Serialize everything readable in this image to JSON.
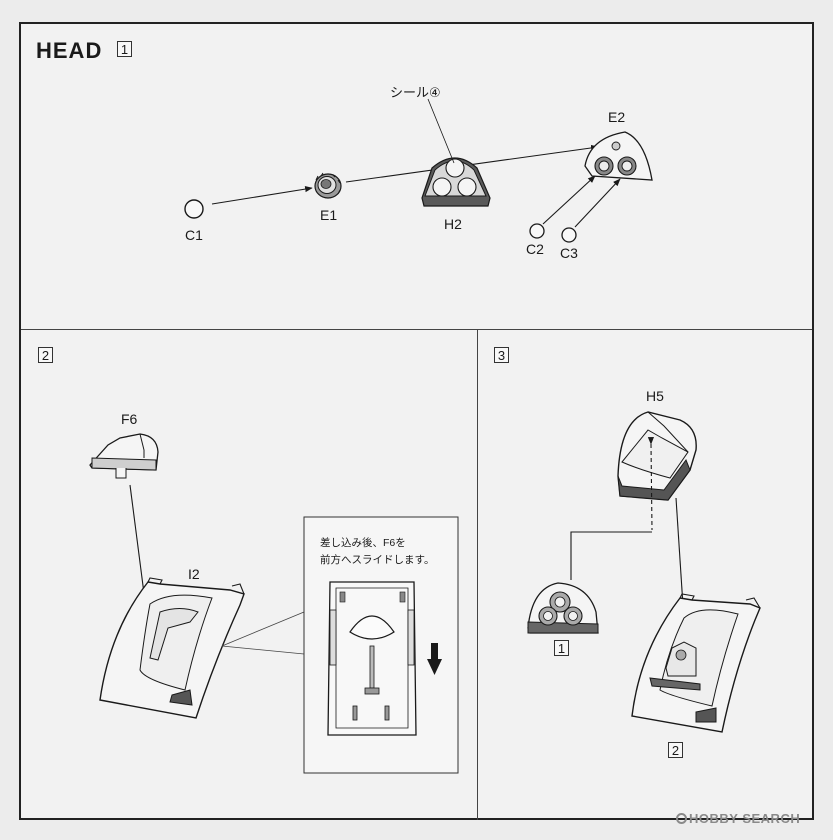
{
  "header": {
    "title": "HEAD",
    "step_number": "1"
  },
  "step2": {
    "step_number": "2"
  },
  "step3": {
    "step_number": "3"
  },
  "parts": {
    "c1": "C1",
    "e1": "E1",
    "h2": "H2",
    "e2": "E2",
    "c2": "C2",
    "c3": "C3",
    "f6": "F6",
    "i2": "I2",
    "h5": "H5",
    "seal": "シール④"
  },
  "detail_note": {
    "line1": "差し込み後、F6を",
    "line2": "前方へスライドします。"
  },
  "refs": {
    "ref1": "1",
    "ref2": "2"
  },
  "watermark": {
    "text": "HOBBY SEARCH"
  },
  "colors": {
    "line": "#1a1a1a",
    "part_fill": "#f5f5f5",
    "shadow": "#555555",
    "paper": "#f2f2f2"
  },
  "icons": [
    "down-arrow-icon"
  ]
}
